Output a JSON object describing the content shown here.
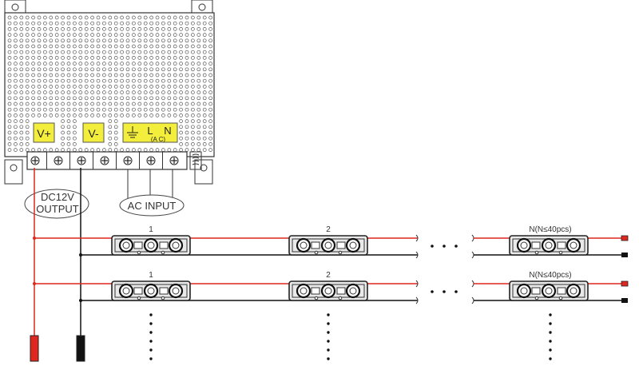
{
  "power_supply": {
    "labels": {
      "v_plus": "V+",
      "v_minus": "V-",
      "l": "L",
      "n": "N",
      "ac_sub": "(A C)"
    },
    "terminal_count": 7,
    "highlight_color": "#f3ee3b"
  },
  "callouts": {
    "dc_output_line1": "DC12V",
    "dc_output_line2": "OUTPUT",
    "ac_input": "AC INPUT"
  },
  "led_rows": [
    {
      "modules": [
        {
          "label": "1"
        },
        {
          "label": "2"
        },
        {
          "label": "N(N≤40pcs)"
        }
      ]
    },
    {
      "modules": [
        {
          "label": "1"
        },
        {
          "label": "2"
        },
        {
          "label": "N(N≤40pcs)"
        }
      ]
    }
  ],
  "wire_colors": {
    "positive": "#e0271f",
    "negative": "#111111"
  }
}
